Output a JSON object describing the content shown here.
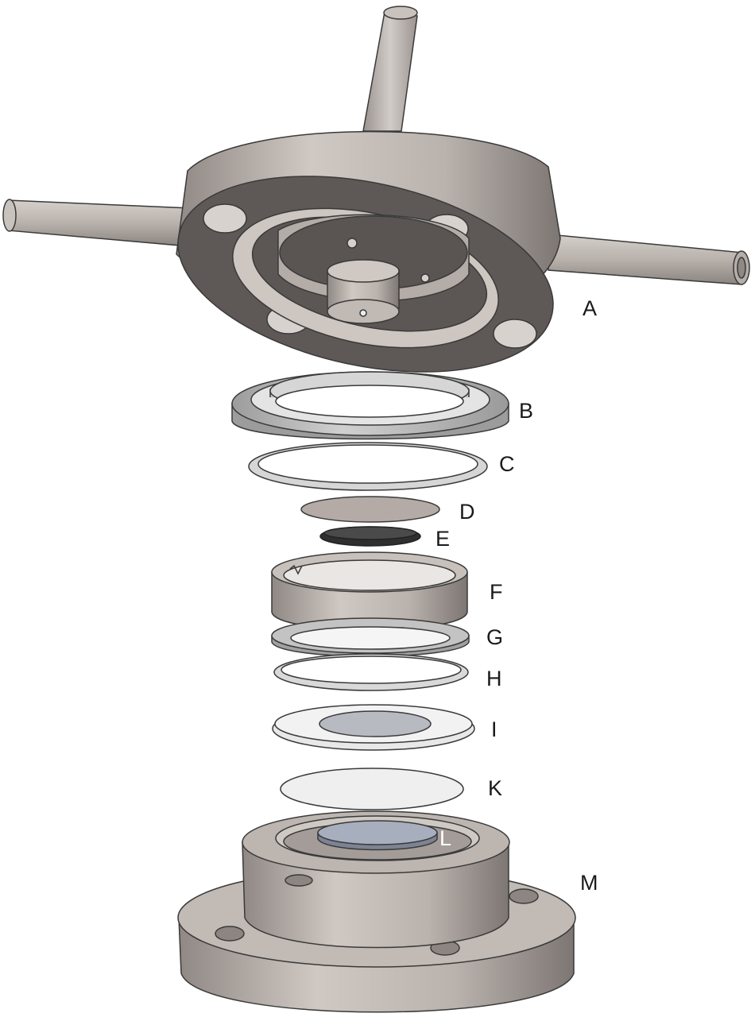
{
  "diagram": {
    "labels": {
      "A": "A",
      "B": "B",
      "C": "C",
      "D": "D",
      "E": "E",
      "F": "F",
      "G": "G",
      "H": "H",
      "I": "I",
      "K": "K",
      "L": "L",
      "M": "M"
    },
    "colors": {
      "metal_light": "#c6bfba",
      "metal_mid": "#aaa39e",
      "metal_dark": "#5b5653",
      "ring_gray": "#b3b3b3",
      "seal_white": "#eeeeee",
      "disc_tan": "#b4aba6",
      "disc_black": "#2f2f2f",
      "membrane_blue": "#a7aebd",
      "outline": "#3a3a3a"
    }
  }
}
